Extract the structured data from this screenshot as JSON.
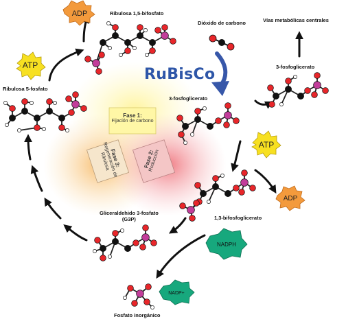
{
  "labels": {
    "rubp": "Ribulosa 1,5-bifosfato",
    "co2": "Dióxido de carbono",
    "pathways": "Vías metabólicas centrales",
    "pga_top": "3-fosfoglicerato",
    "pga_mid": "3-fosfoglicerato",
    "bpg": "1,3-bifosfoglicerato",
    "g3p": "Gliceraldehido 3-fosfato\n(G3P)",
    "pi": "Fosfato inorgánico",
    "ru5p": "Ribulosa 5-fosfato"
  },
  "enzyme": "RuBisCo",
  "phases": [
    {
      "title": "Fase 1:",
      "subtitle": "Fijación de carbono"
    },
    {
      "title": "Fase 2:",
      "subtitle": "Reducción"
    },
    {
      "title": "Fase 3:",
      "subtitle": "Regeneración de\nRibulosa"
    }
  ],
  "badges": {
    "atp_left": "ATP",
    "adp_top": "ADP",
    "atp_right": "ATP",
    "adp_right": "ADP",
    "nadph": "NADPH",
    "nadp": "NADP+"
  },
  "colors": {
    "carbon": "#111111",
    "oxygen": "#e8262a",
    "phosphorus": "#c23d9a",
    "hydrogen": "#ffffff",
    "atp": "#f7e021",
    "adp": "#f39a3c",
    "nadph": "#17a87d",
    "rubisco_arrow": "#3757a9",
    "phase1": "#fff6a8",
    "phase2": "#f39aa0",
    "phase3": "#f8c878"
  }
}
